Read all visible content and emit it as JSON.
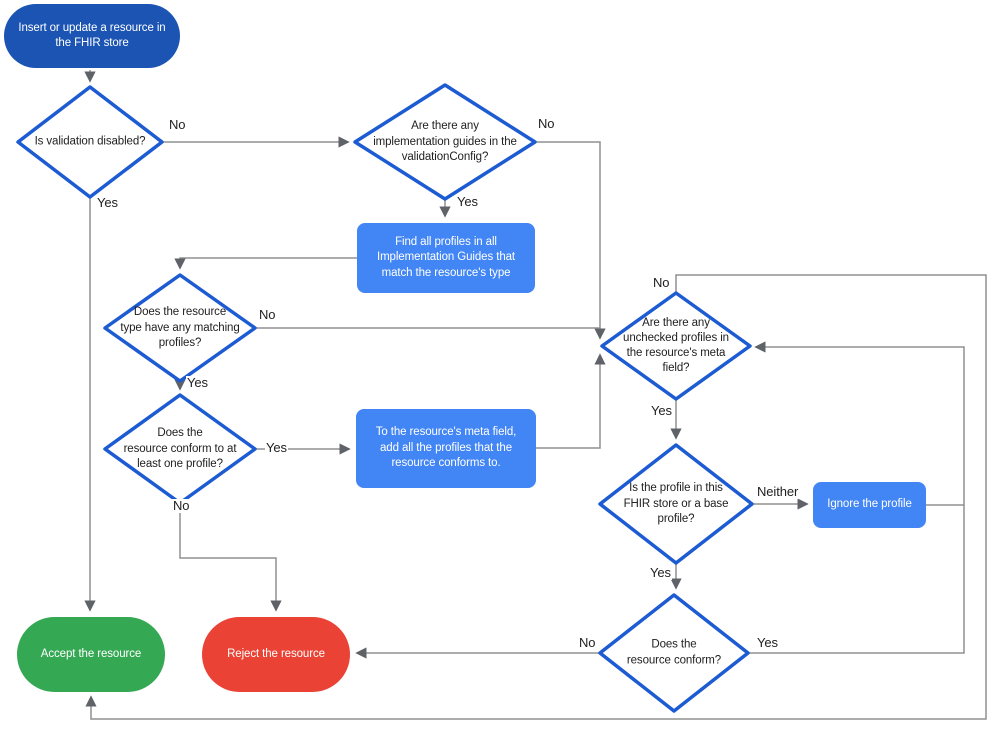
{
  "colors": {
    "start_fill": "#1b54b2",
    "process_fill": "#4285f4",
    "accept_fill": "#34a853",
    "reject_fill": "#ea4335",
    "decision_border": "#1d5bd2",
    "connector_line": "#909090",
    "arrowhead": "#5f6368",
    "label_text": "#212121",
    "shape_text": "#ffffff"
  },
  "nodes": {
    "start": {
      "type": "terminator",
      "lines": [
        "Insert or update a resource in",
        "the FHIR store"
      ]
    },
    "validation_disabled": {
      "type": "decision",
      "lines": [
        "Is validation disabled?"
      ]
    },
    "implementation_guides": {
      "type": "decision",
      "lines": [
        "Are there any",
        "implementation guides in the",
        "validationConfig?"
      ]
    },
    "find_profiles": {
      "type": "process",
      "lines": [
        "Find all profiles in all",
        "Implementation Guides that",
        "match the resource's type"
      ]
    },
    "matching_profiles": {
      "type": "decision",
      "lines": [
        "Does the resource",
        "type have any matching",
        "profiles?"
      ]
    },
    "conform_one": {
      "type": "decision",
      "lines": [
        "Does the",
        "resource conform to at",
        "least one profile?"
      ]
    },
    "add_profiles": {
      "type": "process",
      "lines": [
        "To the resource's meta field,",
        "add all the profiles that the",
        "resource conforms to."
      ]
    },
    "unchecked_profiles": {
      "type": "decision",
      "lines": [
        "Are there any",
        "unchecked profiles in",
        "the resource's meta",
        "field?"
      ]
    },
    "profile_in_store": {
      "type": "decision",
      "lines": [
        "Is the profile in this",
        "FHIR store or a base",
        "profile?"
      ]
    },
    "ignore_profile": {
      "type": "process",
      "lines": [
        "Ignore the profile"
      ]
    },
    "resource_conform": {
      "type": "decision",
      "lines": [
        "Does the",
        "resource conform?"
      ]
    },
    "accept": {
      "type": "terminator",
      "lines": [
        "Accept the resource"
      ]
    },
    "reject": {
      "type": "terminator",
      "lines": [
        "Reject the resource"
      ]
    }
  },
  "labels": {
    "validation_disabled_no": "No",
    "validation_disabled_yes": "Yes",
    "implementation_guides_no": "No",
    "implementation_guides_yes": "Yes",
    "matching_profiles_no": "No",
    "matching_profiles_yes": "Yes",
    "conform_one_yes": "Yes",
    "conform_one_no": "No",
    "unchecked_profiles_no": "No",
    "unchecked_profiles_yes": "Yes",
    "profile_in_store_neither": "Neither",
    "profile_in_store_yes": "Yes",
    "resource_conform_no": "No",
    "resource_conform_yes": "Yes"
  }
}
